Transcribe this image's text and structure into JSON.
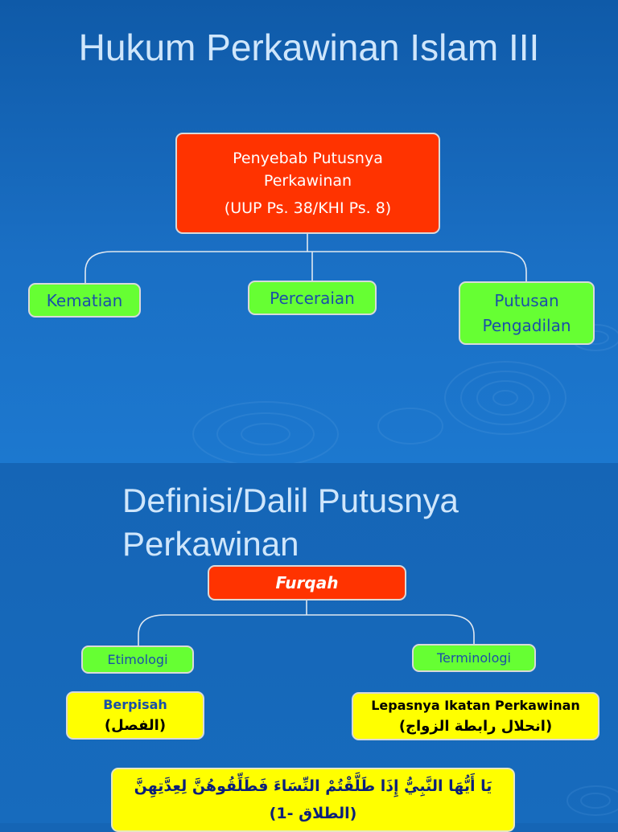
{
  "slide1": {
    "title": "Hukum Perkawinan Islam III",
    "root": {
      "line1": "Penyebab Putusnya",
      "line2": "Perkawinan",
      "line3": "(UUP Ps. 38/KHI Ps. 8)"
    },
    "children": [
      {
        "label": "Kematian"
      },
      {
        "label": "Perceraian"
      },
      {
        "line1": "Putusan",
        "line2": "Pengadilan"
      }
    ]
  },
  "slide2": {
    "title_line1": "Definisi/Dalil Putusnya",
    "title_line2": "Perkawinan",
    "root": "Furqah",
    "etimologi": {
      "label": "Etimologi",
      "detail_line1": "Berpisah",
      "detail_line2": "(الفصل)"
    },
    "terminologi": {
      "label": "Terminologi",
      "detail_line1": "Lepasnya Ikatan Perkawinan",
      "detail_line2": "(انحلال رابطة الزواج)"
    },
    "verse": {
      "line1": "يَا أَيُّهَا النَّبِيُّ إِذَا طَلَّقْتُمْ النِّسَاءَ فَطَلِّقُوهُنَّ لِعِدَّتِهِنَّ",
      "line2": "(الطلاق -1)"
    }
  },
  "colors": {
    "background": "#1565b5",
    "title": "#cfe6fb",
    "red_box": "#ff3300",
    "green_box": "#66ff33",
    "yellow_box": "#ffff00",
    "green_text": "#1a4fa8"
  }
}
